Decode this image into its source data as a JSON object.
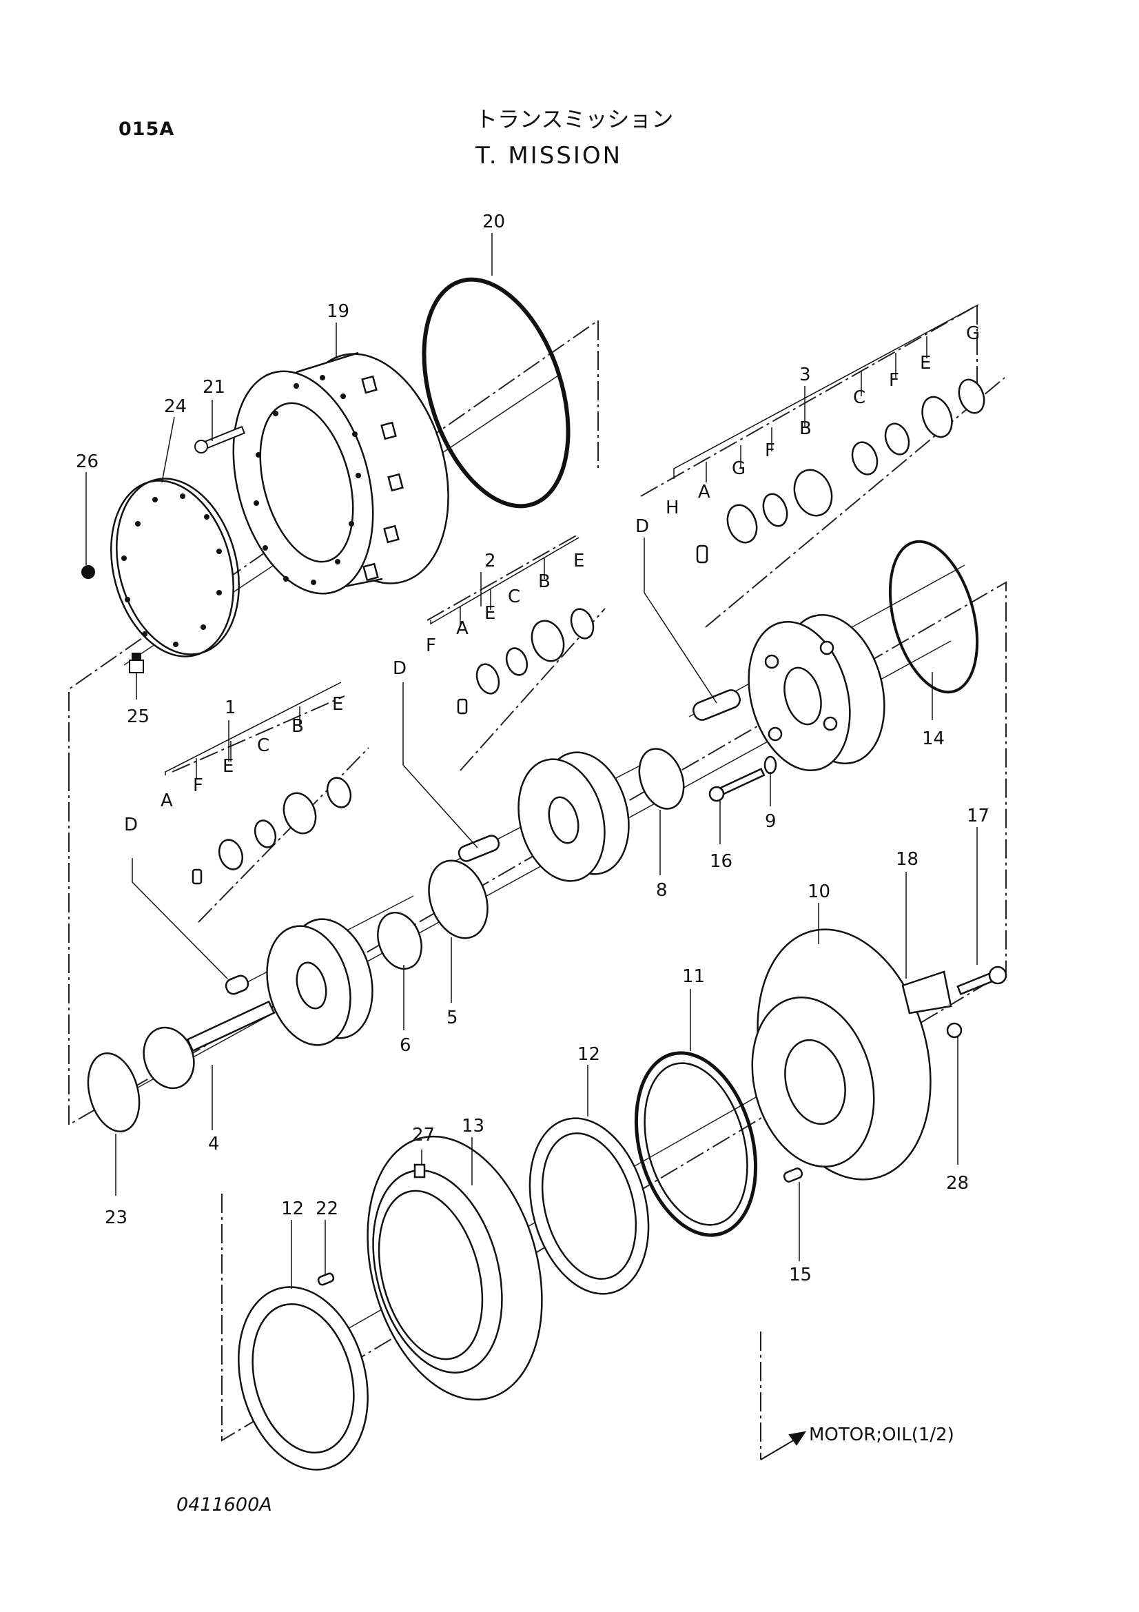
{
  "header": {
    "page_code": "015A",
    "title_ja": "トランスミッション",
    "title_en": "T. MISSION"
  },
  "footer": {
    "drawing_number": "0411600A"
  },
  "reference_note": "MOTOR;OIL(1/2)",
  "callouts": {
    "c1": "1",
    "c2": "2",
    "c3": "3",
    "c4": "4",
    "c5": "5",
    "c6": "6",
    "c8": "8",
    "c9": "9",
    "c10": "10",
    "c11": "11",
    "c12a": "12",
    "c12b": "12",
    "c13": "13",
    "c14": "14",
    "c15": "15",
    "c16": "16",
    "c17": "17",
    "c18": "18",
    "c19": "19",
    "c20": "20",
    "c21": "21",
    "c22": "22",
    "c23": "23",
    "c24": "24",
    "c25": "25",
    "c26": "26",
    "c27": "27",
    "c28": "28"
  },
  "sub_labels": {
    "g1": {
      "D": "D",
      "A": "A",
      "F": "F",
      "E1": "E",
      "C": "C",
      "B": "B",
      "E2": "E"
    },
    "g2": {
      "D": "D",
      "F": "F",
      "A": "A",
      "E1": "E",
      "C": "C",
      "B": "B",
      "E2": "E"
    },
    "g3": {
      "D": "D",
      "H": "H",
      "A": "A",
      "G1": "G",
      "F1": "F",
      "B": "B",
      "C": "C",
      "F2": "F",
      "E": "E",
      "G2": "G"
    }
  }
}
